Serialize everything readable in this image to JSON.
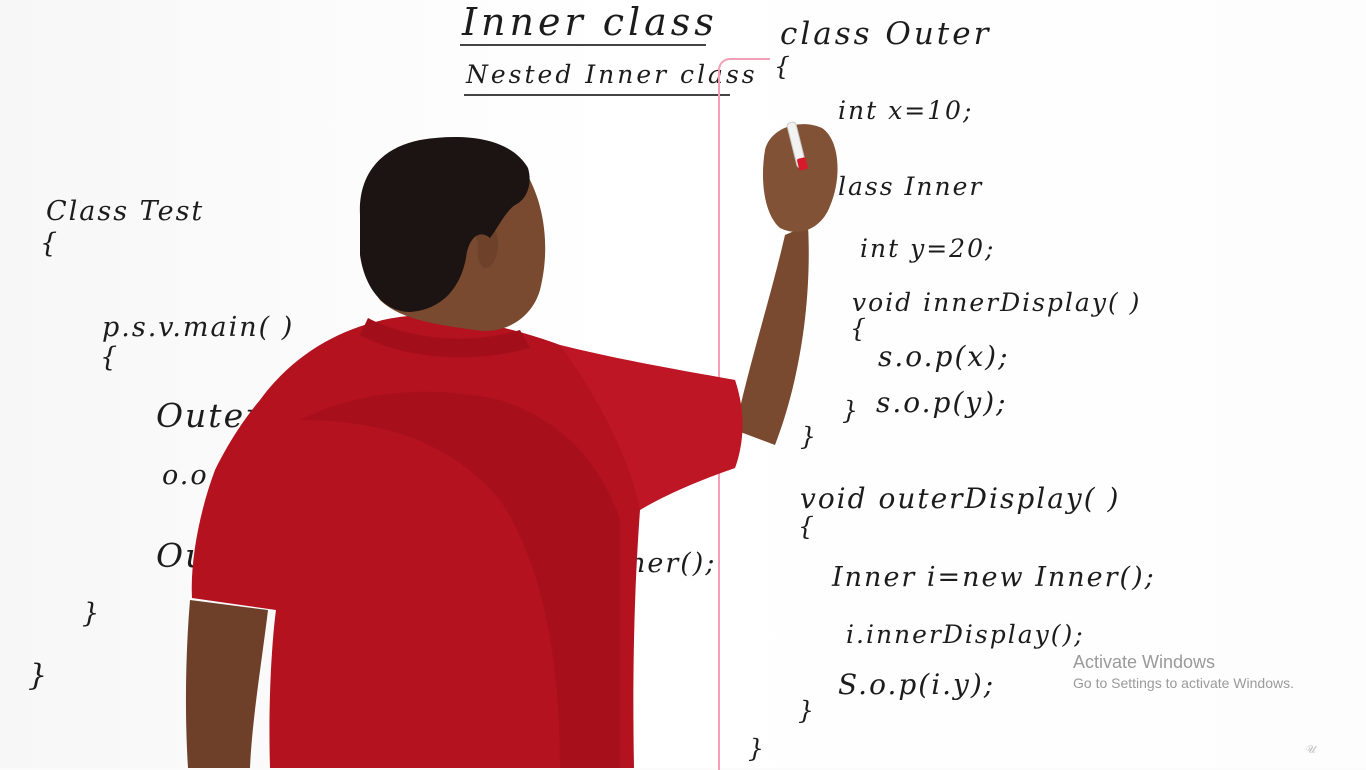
{
  "board": {
    "title": "Inner class",
    "subtitle": "Nested Inner class",
    "left_code": [
      {
        "text": "Class Test"
      },
      {
        "text": "{"
      },
      {
        "text": "p.s.v.main( )"
      },
      {
        "text": "{"
      },
      {
        "text": "Outer"
      },
      {
        "text": "o.o"
      },
      {
        "text": "Ou"
      },
      {
        "text": "ner();"
      },
      {
        "text": "}"
      },
      {
        "text": "}"
      }
    ],
    "right_code": [
      {
        "text": "class Outer"
      },
      {
        "text": "{"
      },
      {
        "text": "int x=10;"
      },
      {
        "text": "lass Inner"
      },
      {
        "text": "int y=20;"
      },
      {
        "text": "void innerDisplay( )"
      },
      {
        "text": "{"
      },
      {
        "text": "s.o.p(x);"
      },
      {
        "text": "s.o.p(y);"
      },
      {
        "text": "}"
      },
      {
        "text": "}"
      },
      {
        "text": "void outerDisplay( )"
      },
      {
        "text": "{"
      },
      {
        "text": "Inner i=new Inner();"
      },
      {
        "text": "i.innerDisplay();"
      },
      {
        "text": "S.o.p(i.y);"
      },
      {
        "text": "}"
      },
      {
        "text": "}"
      }
    ]
  },
  "watermark": {
    "title": "Activate Windows",
    "subtitle": "Go to Settings to activate Windows."
  },
  "colors": {
    "shirt": "#b3121e",
    "skin": "#7a4a30",
    "hair": "#1b1412",
    "ink": "#1c1c1c"
  }
}
